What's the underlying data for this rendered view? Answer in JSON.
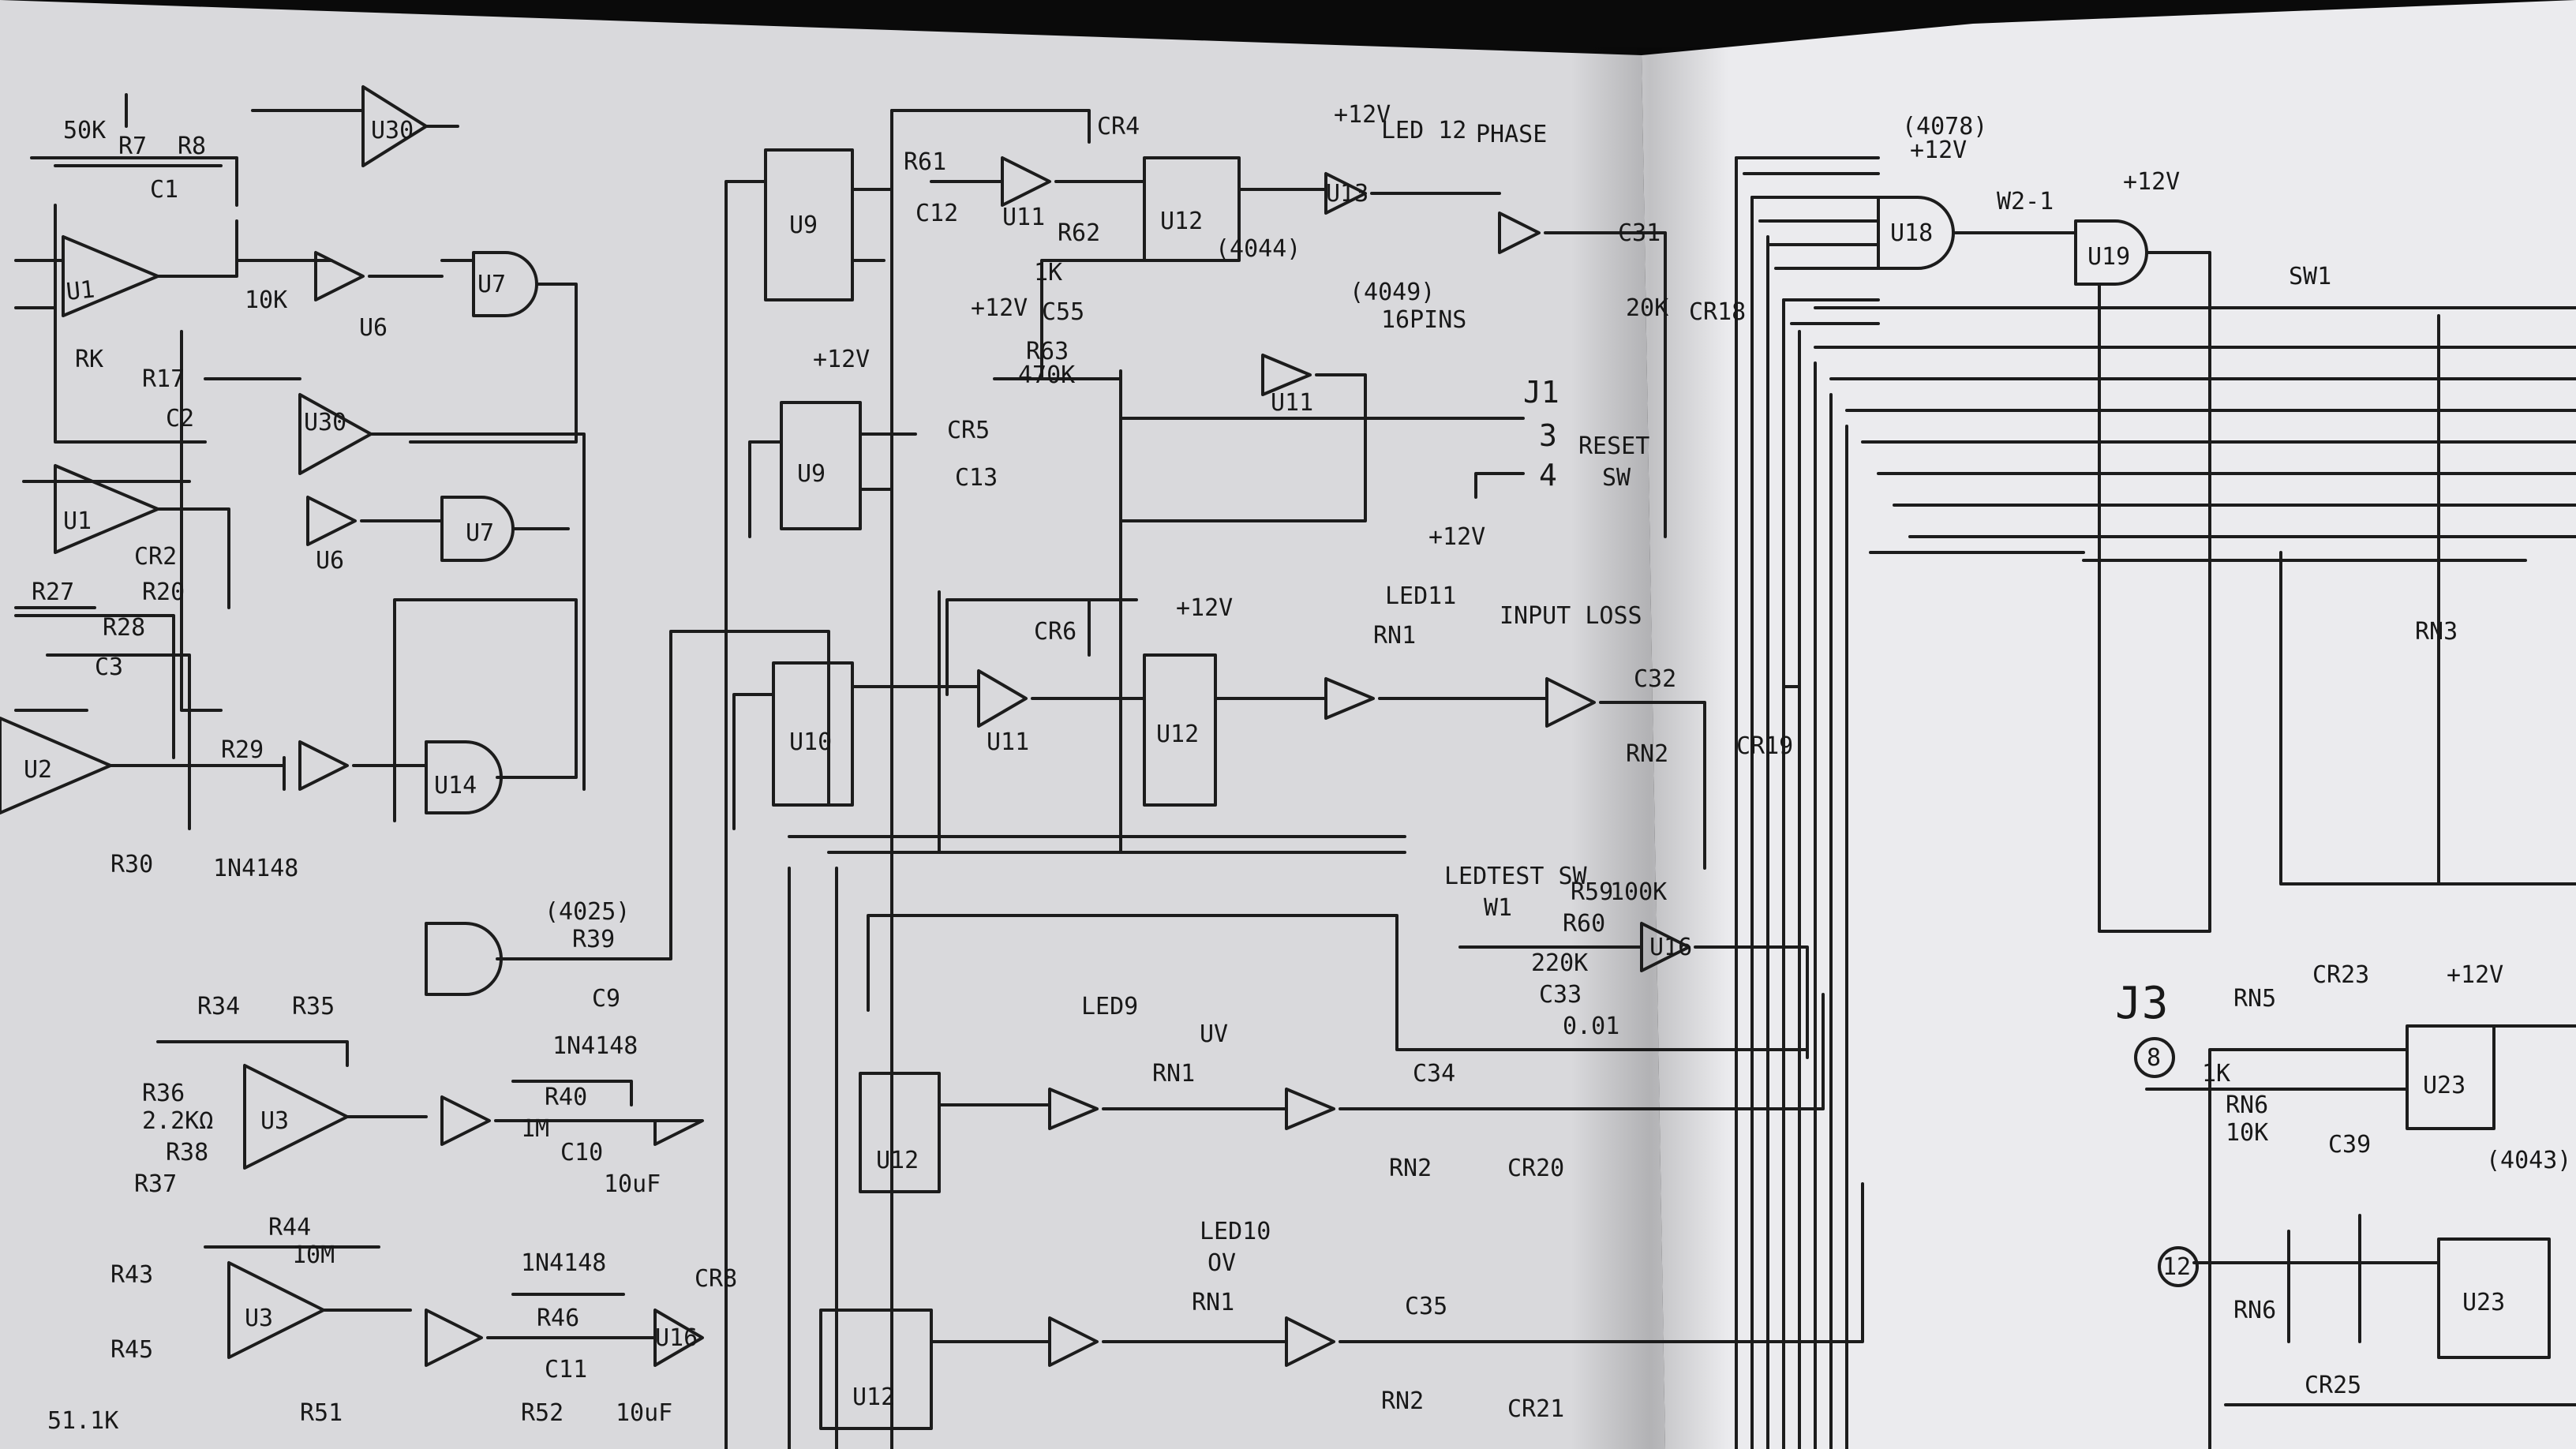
{
  "photo": {
    "paper_color": "#e8e8ea",
    "ink_color": "#1a1a1a",
    "background_color": "#0a0a0a"
  },
  "labels": {
    "u1_top": "U1",
    "u1_mid": "U1",
    "u2": "U2",
    "u3a": "U3",
    "u3b": "U3",
    "u6a": "U6",
    "u6b": "U6",
    "u7a": "U7",
    "u7b": "U7",
    "u9a": "U9",
    "u9b": "U9",
    "u10": "U10",
    "u11a": "U11",
    "u11b": "U11",
    "u11c": "U11",
    "u12a": "U12",
    "u12b": "U12",
    "u12c": "U12",
    "u12d": "U12",
    "u13a": "U13",
    "u14": "U14",
    "u16a": "U16",
    "u16b": "U16",
    "u18": "U18",
    "u19": "U19",
    "u23a": "U23",
    "u23b": "U23",
    "u30a": "U30",
    "u30b": "U30",
    "r61": "R61",
    "r62": "R62",
    "r63": "R63",
    "r63_val": "470K",
    "r62_val": "1K",
    "r7": "R7",
    "r8": "R8",
    "r17": "R17",
    "r20": "R20",
    "r27": "R27",
    "r28": "R28",
    "r29": "R29",
    "r30": "R30",
    "r34": "R34",
    "r35": "R35",
    "r36": "R36",
    "r37": "R37",
    "r38": "R38",
    "r39": "R39",
    "r40": "R40",
    "r43": "R43",
    "r44": "R44",
    "r44_val": "10M",
    "r45": "R45",
    "r46": "R46",
    "r51": "R51",
    "r52": "R52",
    "r59": "R59",
    "r59_val": "100K",
    "r60": "R60",
    "r60_val": "220K",
    "rk": "RK",
    "c1": "C1",
    "c2": "C2",
    "c3": "C3",
    "c9": "C9",
    "c10": "C10",
    "c10_val": "10uF",
    "c11": "C11",
    "c11_val": "10uF",
    "c12": "C12",
    "c13": "C13",
    "c31": "C31",
    "c32": "C32",
    "c33": "C33",
    "c33_val": "0.01",
    "c34": "C34",
    "c35": "C35",
    "c39": "C39",
    "c55": "C55",
    "cr2": "CR2",
    "cr4": "CR4",
    "cr5": "CR5",
    "cr6": "CR6",
    "cr8": "CR8",
    "cr18": "CR18",
    "cr19": "CR19",
    "cr20": "CR20",
    "cr21": "CR21",
    "cr23": "CR23",
    "cr25": "CR25",
    "diode_a": "1N4148",
    "diode_b": "1N4148",
    "diode_c": "1N4148",
    "rn1": "RN1",
    "rn2": "RN2",
    "rn5": "RN5",
    "rn6": "RN6",
    "rn2_a": "RN2",
    "rn2_b": "RN2",
    "rn1_a": "RN1",
    "rn1_b": "RN1",
    "rn6_b": "RN6",
    "rn3": "RN3",
    "led9": "LED9",
    "led9_lbl": "UV",
    "led10": "LED10",
    "led10_lbl": "OV",
    "led11": "LED11",
    "led11_lbl": "INPUT LOSS",
    "led12": "LED 12",
    "led12_lbl": "PHASE",
    "ledtest": "LEDTEST SW",
    "w1": "W1",
    "w2": "W2-1",
    "j1": "J1",
    "j1_reset": "RESET",
    "j1_sw": "SW",
    "j1_p3": "3",
    "j1_p4": "4",
    "j3": "J3",
    "j3_8": "8",
    "j3_12": "12",
    "sw1": "SW1",
    "p12v_a": "+12V",
    "p12v_b": "+12V",
    "p12v_c": "+12V",
    "p12v_d": "+12V",
    "p12v_e": "+12V",
    "p12v_f": "+12V",
    "p12v_g": "+12V",
    "p12v_h": "+12V",
    "ic4025": "(4025)",
    "ic4044a": "(4044)",
    "ic4049": "(4049)",
    "pins16": "16PINS",
    "ic4078": "(4078)",
    "ic4043": "(4043)",
    "val_50k": "50K",
    "val_10k": "10K",
    "val_1k": "1K",
    "val_2k2": "2.2KΩ",
    "val_20k": "20K",
    "val_51k": "51.1K",
    "val_1m": "1M",
    "val_10k_b": "10K"
  }
}
